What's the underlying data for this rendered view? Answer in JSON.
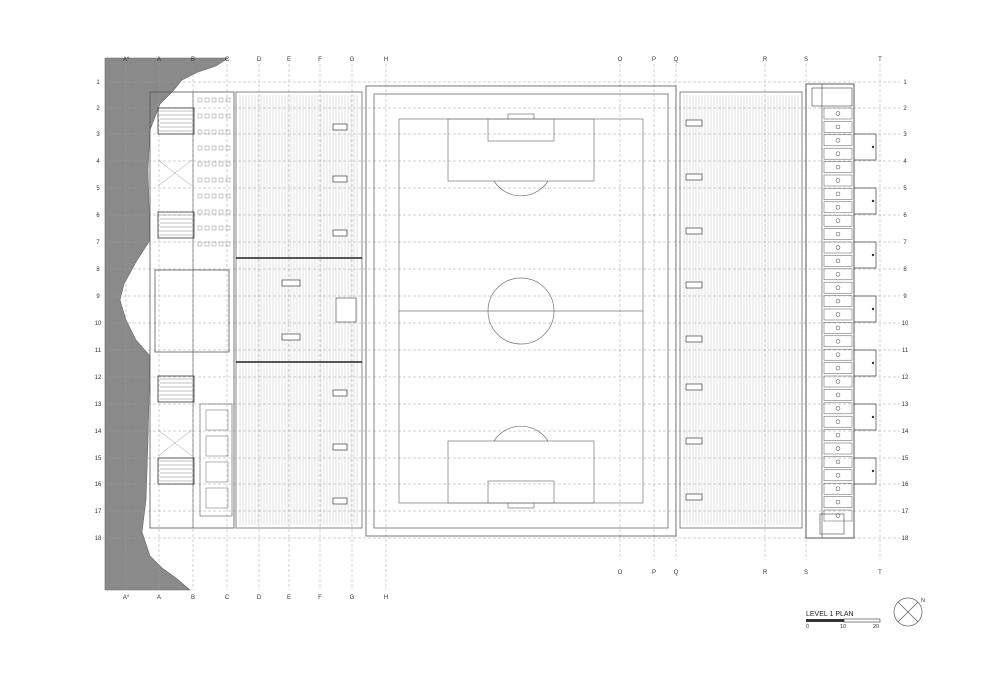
{
  "grid": {
    "columns": [
      "A*",
      "A",
      "B",
      "C",
      "D",
      "E",
      "F",
      "G",
      "H",
      "O",
      "P",
      "Q",
      "R",
      "S",
      "T"
    ],
    "rows": [
      "1",
      "2",
      "3",
      "4",
      "5",
      "6",
      "7",
      "8",
      "9",
      "10",
      "11",
      "12",
      "13",
      "14",
      "15",
      "16",
      "17",
      "18"
    ]
  },
  "plan_title": "LEVEL 1 PLAN",
  "scale": {
    "labels": [
      "0",
      "10",
      "20"
    ]
  },
  "north_arrow": {
    "label": "N"
  },
  "colors": {
    "terrain": "#8a8a8a",
    "line": "#555555",
    "grid": "#9a9a9a",
    "pitch": "#777777"
  }
}
